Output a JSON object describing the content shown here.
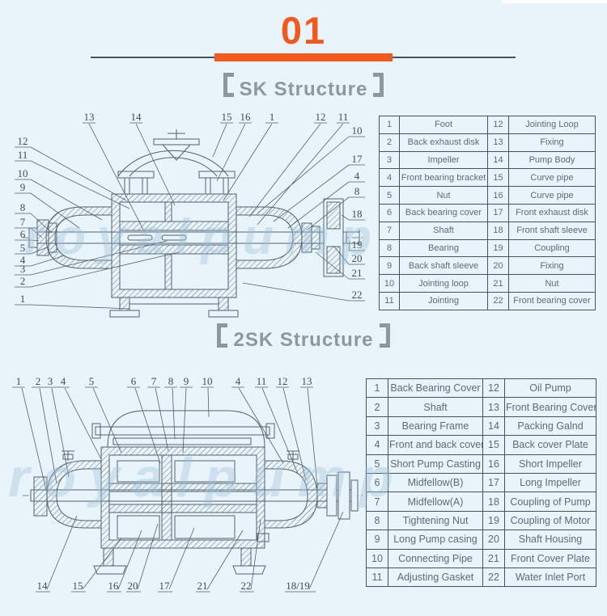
{
  "page": {
    "background": "#e8f3fa",
    "accent_orange": "#f15a1e",
    "title_gray": "#8e969e",
    "line_color": "#53616e"
  },
  "header": {
    "number": "01"
  },
  "sections": {
    "sk": {
      "title": "SK Structure",
      "title_full": "【SK Structure】"
    },
    "tsk": {
      "title": "2SK Structure",
      "title_full": "【2SK Structure】"
    }
  },
  "watermark": "royalpump",
  "tables": {
    "sk": {
      "rows": [
        [
          "1",
          "Foot",
          "12",
          "Jointing Loop"
        ],
        [
          "2",
          "Back exhaust disk",
          "13",
          "Fixing"
        ],
        [
          "3",
          "Impeller",
          "14",
          "Pump Body"
        ],
        [
          "4",
          "Front bearing bracket",
          "15",
          "Curve pipe"
        ],
        [
          "5",
          "Nut",
          "16",
          "Curve pipe"
        ],
        [
          "6",
          "Back bearing cover",
          "17",
          "Front exhaust disk"
        ],
        [
          "7",
          "Shaft",
          "18",
          "Front shaft sleeve"
        ],
        [
          "8",
          "Bearing",
          "19",
          "Coupling"
        ],
        [
          "9",
          "Back shaft sleeve",
          "20",
          "Fixing"
        ],
        [
          "10",
          "Jointing loop",
          "21",
          "Nut"
        ],
        [
          "11",
          "Jointing",
          "22",
          "Front bearing cover"
        ]
      ]
    },
    "tsk": {
      "rows": [
        [
          "1",
          "Back Bearing Cover",
          "12",
          "Oil Pump"
        ],
        [
          "2",
          "Shaft",
          "13",
          "Front Bearing Cover"
        ],
        [
          "3",
          "Bearing Frame",
          "14",
          "Packing Galnd"
        ],
        [
          "4",
          "Front and back cover",
          "15",
          "Back cover Plate"
        ],
        [
          "5",
          "Short Pump Casting",
          "16",
          "Short Impeller"
        ],
        [
          "6",
          "Midfellow(B)",
          "17",
          "Long Impeller"
        ],
        [
          "7",
          "Midfellow(A)",
          "18",
          "Coupling of Pump"
        ],
        [
          "8",
          "Tightening Nut",
          "19",
          "Coupling of Motor"
        ],
        [
          "9",
          "Long Pump casing",
          "20",
          "Shaft Housing"
        ],
        [
          "10",
          "Connecting Pipe",
          "21",
          "Front Cover Plate"
        ],
        [
          "11",
          "Adjusting Gasket",
          "22",
          "Water Inlet Port"
        ]
      ]
    }
  },
  "diagrams": {
    "sk": {
      "left": [
        "12",
        "11",
        "10",
        "9",
        "8",
        "7",
        "6",
        "5",
        "4",
        "3",
        "2",
        "1"
      ],
      "top": [
        "13",
        "14",
        "15",
        "16",
        "1",
        "12",
        "11"
      ],
      "right": [
        "10",
        "17",
        "4",
        "8",
        "18",
        "19",
        "20",
        "21",
        "22"
      ]
    },
    "tsk": {
      "top": [
        "1",
        "2",
        "3",
        "4",
        "5",
        "6",
        "7",
        "8",
        "9",
        "10",
        "4",
        "11",
        "12",
        "13"
      ],
      "bottom": [
        "14",
        "15",
        "16",
        "20",
        "17",
        "21",
        "22",
        "18/19"
      ]
    }
  }
}
